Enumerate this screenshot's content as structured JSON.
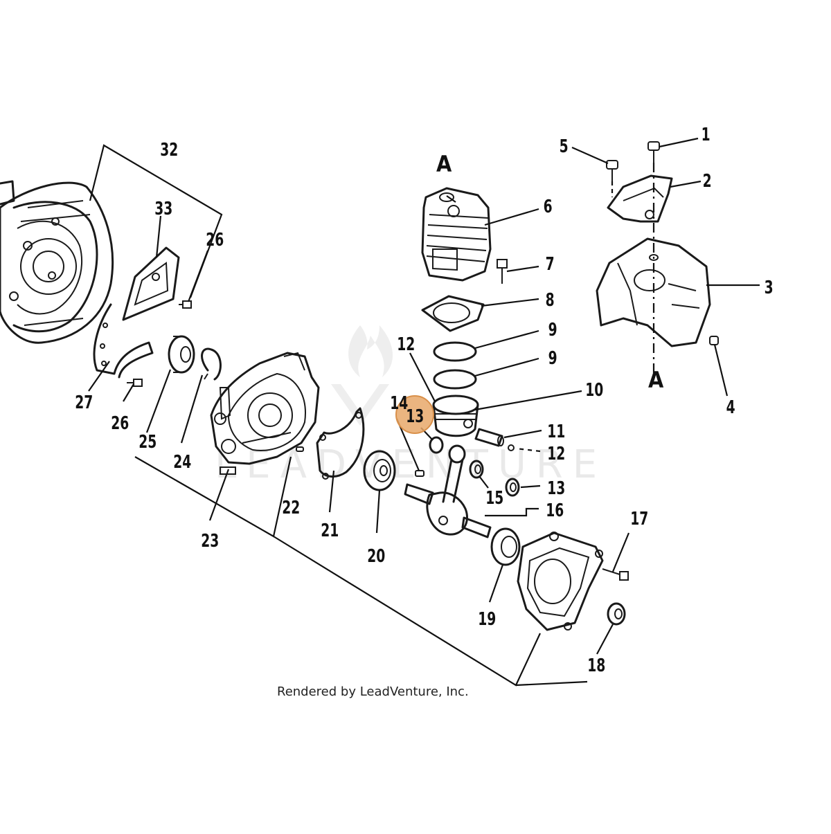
{
  "diagram": {
    "highlight_color": "#e8a86a",
    "line_color": "#111111",
    "watermark": "LEADVENTURE",
    "credit": "Rendered by LeadVenture, Inc.",
    "callouts": [
      {
        "id": "c1",
        "label": "1"
      },
      {
        "id": "c2",
        "label": "2"
      },
      {
        "id": "c3",
        "label": "3"
      },
      {
        "id": "c4",
        "label": "4"
      },
      {
        "id": "c5",
        "label": "5"
      },
      {
        "id": "c6",
        "label": "6"
      },
      {
        "id": "c7",
        "label": "7"
      },
      {
        "id": "c8",
        "label": "8"
      },
      {
        "id": "c9a",
        "label": "9"
      },
      {
        "id": "c9b",
        "label": "9"
      },
      {
        "id": "c10",
        "label": "10"
      },
      {
        "id": "c11",
        "label": "11"
      },
      {
        "id": "c12a",
        "label": "12"
      },
      {
        "id": "c12b",
        "label": "12"
      },
      {
        "id": "c13a",
        "label": "13"
      },
      {
        "id": "c13b",
        "label": "13"
      },
      {
        "id": "c14",
        "label": "14"
      },
      {
        "id": "c15",
        "label": "15"
      },
      {
        "id": "c16",
        "label": "16"
      },
      {
        "id": "c17",
        "label": "17"
      },
      {
        "id": "c18",
        "label": "18"
      },
      {
        "id": "c19",
        "label": "19"
      },
      {
        "id": "c20",
        "label": "20"
      },
      {
        "id": "c21",
        "label": "21"
      },
      {
        "id": "c22",
        "label": "22"
      },
      {
        "id": "c23",
        "label": "23"
      },
      {
        "id": "c24",
        "label": "24"
      },
      {
        "id": "c25",
        "label": "25"
      },
      {
        "id": "c26a",
        "label": "26"
      },
      {
        "id": "c26b",
        "label": "26"
      },
      {
        "id": "c27",
        "label": "27"
      },
      {
        "id": "c32",
        "label": "32"
      },
      {
        "id": "c33",
        "label": "33"
      },
      {
        "id": "cAa",
        "label": "A"
      },
      {
        "id": "cAb",
        "label": "A"
      }
    ]
  }
}
